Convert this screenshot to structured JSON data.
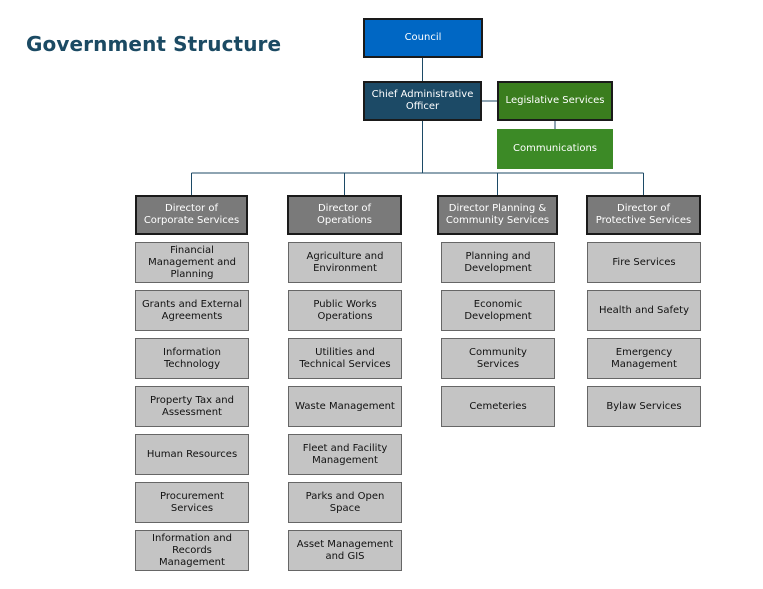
{
  "title": "Government Structure",
  "council": {
    "label": "Council"
  },
  "cao": {
    "label": "Chief Administrative\nOfficer"
  },
  "legislative": {
    "label": "Legislative Services"
  },
  "communications": {
    "label": "Communications"
  },
  "colors": {
    "title": "#1b4a63",
    "council": "#0067c4",
    "cao": "#1c4a66",
    "legislative": "#3a7d1e",
    "communications": "#3c8a26",
    "director": "#7a7a7a",
    "department": "#c4c4c4",
    "connector": "#1c4a66"
  },
  "directors": [
    {
      "label": "Director of\nCorporate Services",
      "departments": [
        "Financial\nManagement and\nPlanning",
        "Grants and External\nAgreements",
        "Information\nTechnology",
        "Property Tax and\nAssessment",
        "Human Resources",
        "Procurement\nServices",
        "Information and\nRecords\nManagement"
      ]
    },
    {
      "label": "Director of\nOperations",
      "departments": [
        "Agriculture and\nEnvironment",
        "Public Works\nOperations",
        "Utilities and\nTechnical Services",
        "Waste Management",
        "Fleet and Facility\nManagement",
        "Parks and Open\nSpace",
        "Asset Management\nand GIS"
      ]
    },
    {
      "label": "Director Planning &\nCommunity Services",
      "departments": [
        "Planning and\nDevelopment",
        "Economic\nDevelopment",
        "Community\nServices",
        "Cemeteries"
      ]
    },
    {
      "label": "Director of\nProtective Services",
      "departments": [
        "Fire Services",
        "Health and Safety",
        "Emergency\nManagement",
        "Bylaw Services"
      ]
    }
  ]
}
